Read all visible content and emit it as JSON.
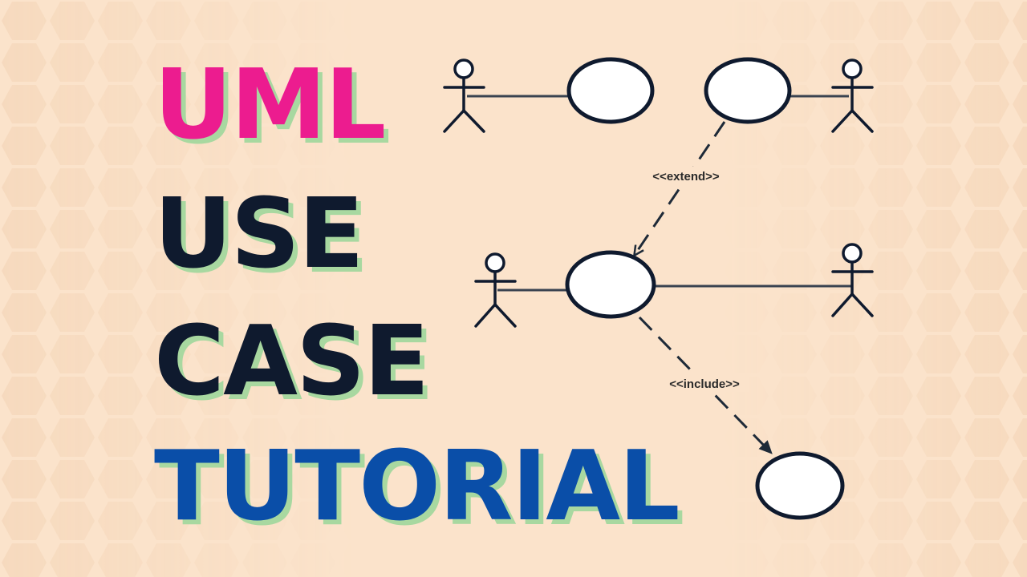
{
  "title": {
    "lines": [
      {
        "text": "UML",
        "color": "#ec1c8f"
      },
      {
        "text": "USE",
        "color": "#0f1a2e"
      },
      {
        "text": "CASE",
        "color": "#0f1a2e"
      },
      {
        "text": "TUTORIAL",
        "color": "#0a4ea8"
      }
    ],
    "shadow_color": "#a8d8a0"
  },
  "diagram": {
    "relationships": {
      "extend": "<<extend>>",
      "include": "<<include>>"
    },
    "stroke_color": "#1e2a38",
    "use_case_fill": "#ffffff"
  },
  "background": {
    "color": "#fbe3cb",
    "pattern": "hexagon-pattern",
    "pattern_color": "#f6d9bd"
  }
}
